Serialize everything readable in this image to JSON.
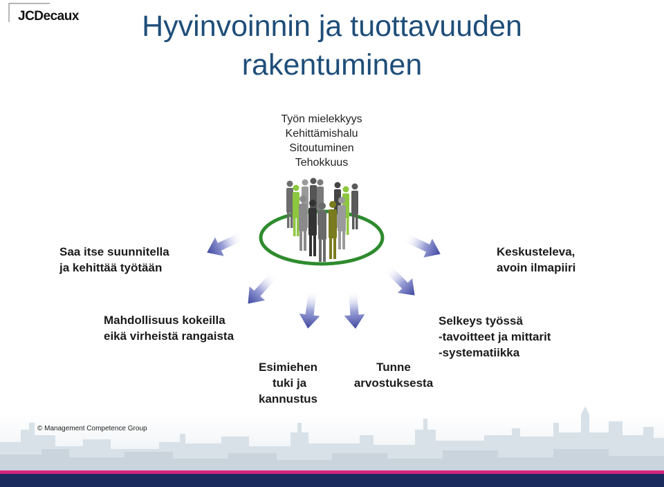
{
  "brand": {
    "logo": "JCDecaux"
  },
  "title": {
    "line1": "Hyvinvoinnin ja tuottavuuden",
    "line2": "rakentuminen"
  },
  "center": {
    "lines": [
      "Työn mielekkyys",
      "Kehittämishalu",
      "Sitoutuminen",
      "Tehokkuus"
    ]
  },
  "factors": {
    "saa_itse": [
      "Saa itse suunnitella",
      "ja kehittää työtään"
    ],
    "mahdollisuus": [
      "Mahdollisuus kokeilla",
      "eikä virheistä rangaista"
    ],
    "esimiehen": [
      "Esimiehen",
      "tuki ja",
      "kannustus"
    ],
    "tunne": [
      "Tunne",
      "arvostuksesta"
    ],
    "selkeys": [
      "Selkeys työssä",
      "-tavoitteet ja mittarit",
      "-systematiikka"
    ],
    "keskusteleva": [
      "Keskusteleva,",
      "avoin ilmapiiri"
    ]
  },
  "footer": {
    "copyright": "© Management Competence Group"
  },
  "colors": {
    "title": "#1f4e79",
    "ring": "#2e8b2e",
    "arrow": "#4a52a8",
    "pink_stripe": "#d6247e",
    "navy_band": "#1b2a5c",
    "lime": "#8dc63f",
    "olive": "#7a7a1e"
  }
}
